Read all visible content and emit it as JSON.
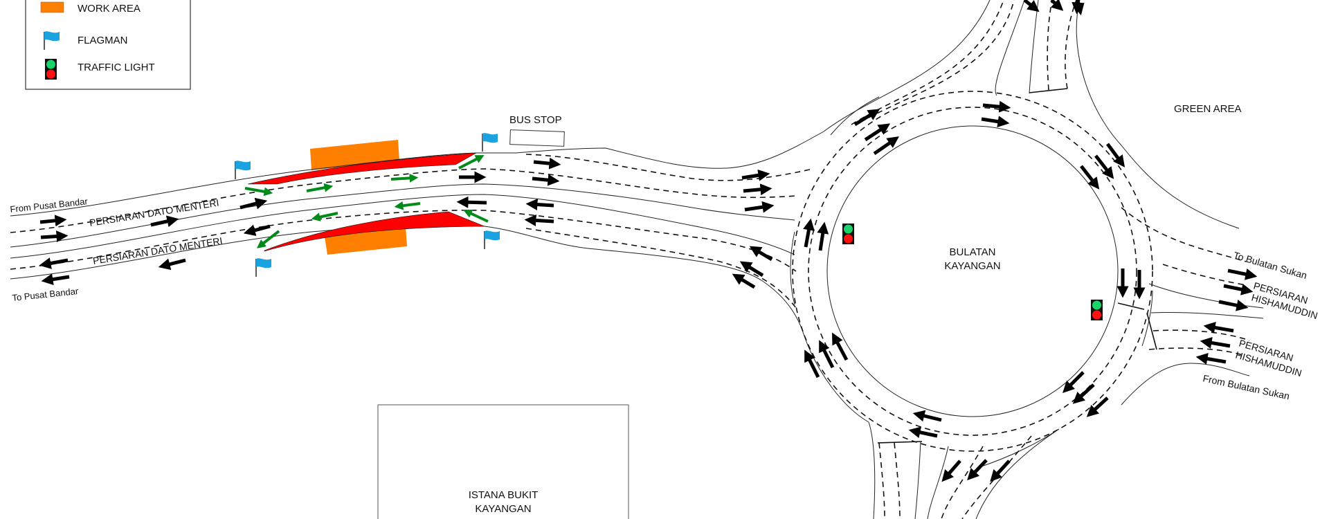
{
  "diagram": {
    "type": "traffic-management-plan",
    "colors": {
      "work_area": "#FF8000",
      "closure_taper": "#FF0000",
      "diverted_flow_arrow": "#008A18",
      "normal_flow_arrow": "#000000",
      "flagman": "#1AA3E0",
      "light_green": "#19D36B",
      "light_red": "#FF1010"
    }
  },
  "legend": {
    "items": [
      {
        "icon": "work-area-swatch",
        "label": "WORK AREA"
      },
      {
        "icon": "flag-icon",
        "label": "FLAGMAN"
      },
      {
        "icon": "traffic-light-icon",
        "label": "TRAFFIC LIGHT"
      }
    ]
  },
  "labels": {
    "bus_stop": "BUS STOP",
    "green_area": "GREEN AREA",
    "roundabout_line1": "BULATAN",
    "roundabout_line2": "KAYANGAN",
    "istana_line1": "ISTANA BUKIT",
    "istana_line2": "KAYANGAN",
    "from_pusat_bandar": "From Pusat Bandar",
    "to_pusat_bandar": "To Pusat Bandar",
    "road_west_upper": "PERSIARAN DATO MENTERI",
    "road_west_lower": "PERSIARAN DATO MENTERI",
    "to_bulatan_sukan": "To Bulatan Sukan",
    "from_bulatan_sukan": "From Bulatan Sukan",
    "road_east_upper_1": "PERSIARAN",
    "road_east_upper_2": "HISHAMUDDIN",
    "road_east_lower_1": "PERSIARAN",
    "road_east_lower_2": "HISHAMUDDIN"
  },
  "counts": {
    "flagmen": 4,
    "traffic_lights_on_map": 2,
    "work_areas": 2
  }
}
